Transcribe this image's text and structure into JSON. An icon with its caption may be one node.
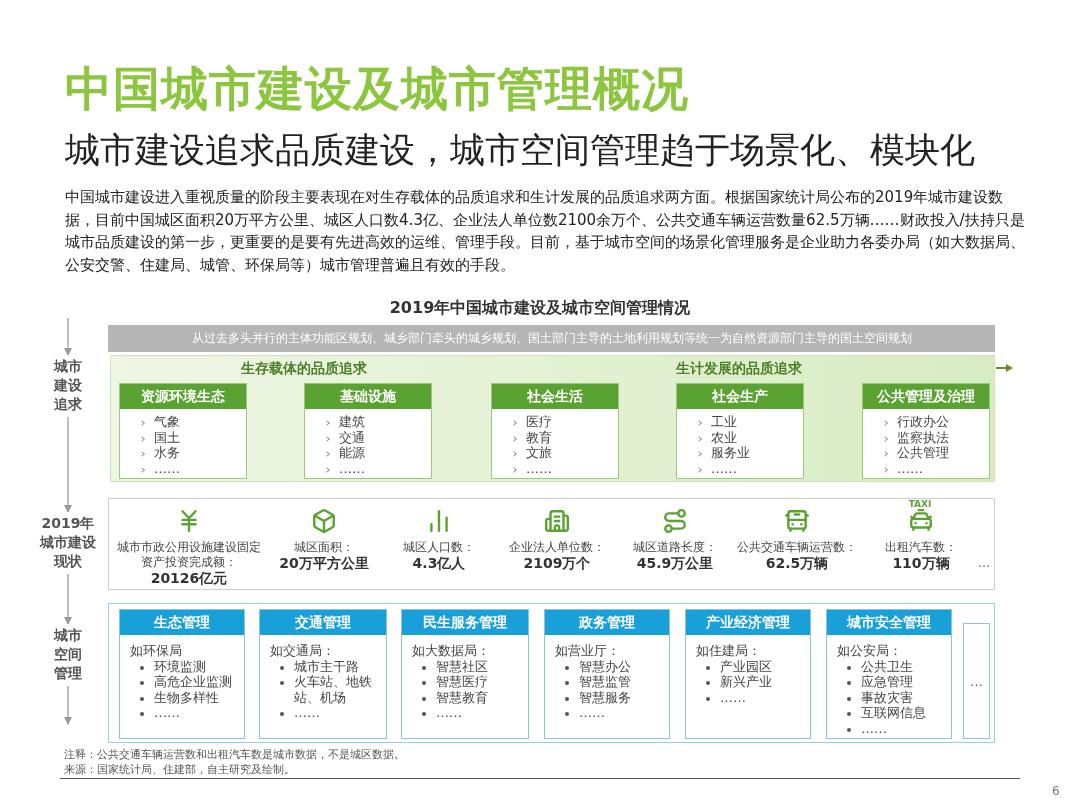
{
  "diagram": {
    "title": "中国城市建设及城市管理概况",
    "nodes": [
      {
        "text": [
          "城市建设追求"
        ]
      },
      {
        "text": [
          "2019年城市建设现状"
        ]
      },
      {
        "text": [
          "城市空间管理"
        ]
      },
      {
        "text": [
          "从过去多头并行的主体功能区规划、城乡部门牵头的城乡规划、国土部门主导的土地利用规划等统一为自然资源部门主导的国土空间规划"
        ]
      },
      {
        "text": [
          "生存载体的品质追求",
          "生计发展的品质追求"
        ]
      },
      {
        "text": [
          "资源环境生态",
          "气象",
          "国土",
          "水务",
          "……"
        ],
        "in": 4
      },
      {
        "text": [
          "基础设施",
          "建筑",
          "交通",
          "能源",
          "……"
        ],
        "in": 4
      },
      {
        "text": [
          "社会生活",
          "医疗",
          "教育",
          "文旅",
          "……"
        ],
        "in": 4
      },
      {
        "text": [
          "社会生产",
          "工业",
          "农业",
          "服务业",
          "……"
        ],
        "in": 4
      },
      {
        "text": [
          "公共管理及治理",
          "行政办公",
          "监察执法",
          "公共管理",
          "……"
        ],
        "in": 4
      },
      {
        "text": [],
        "shape": "box"
      },
      {
        "text": [
          "城市市政公用设施建设固定资产投资完成额：",
          "20126亿元"
        ],
        "in": 10
      },
      {
        "text": [
          "城区面积：",
          "20万平方公里"
        ],
        "in": 10
      },
      {
        "text": [
          "城区人口数：",
          "4.3亿人"
        ],
        "in": 10
      },
      {
        "text": [
          "企业法人单位数：",
          "2109万个"
        ],
        "in": 10
      },
      {
        "text": [
          "城区道路长度：",
          "45.9万公里"
        ],
        "in": 10
      },
      {
        "text": [
          "公共交通车辆运营数：",
          "62.5万辆"
        ],
        "in": 10
      },
      {
        "text": [
          "出租汽车数：",
          "110万辆"
        ],
        "in": 10
      },
      {
        "text": [],
        "shape": "box"
      },
      {
        "text": [
          "生态管理",
          "如环保局",
          "环境监测",
          "高危企业监测",
          "生物多样性",
          "……"
        ],
        "in": 18
      },
      {
        "text": [
          "交通管理",
          "如交通局：",
          "城市主干路",
          "火车站、地铁站、机场",
          "……"
        ],
        "in": 18
      },
      {
        "text": [
          "民生服务管理",
          "如大数据局：",
          "智慧社区",
          "智慧医疗",
          "智慧教育",
          "……"
        ],
        "in": 18
      },
      {
        "text": [
          "政务管理",
          "如营业厅：",
          "智慧办公",
          "智慧监管",
          "智慧服务",
          "……"
        ],
        "in": 18
      },
      {
        "text": [
          "产业经济管理",
          "如住建局：",
          "产业园区",
          "新兴产业",
          "……"
        ],
        "in": 18
      },
      {
        "text": [
          "城市安全管理",
          "如公安局：",
          "公共卫生",
          "应急管理",
          "事故灾害",
          "互联网信息",
          "……"
        ],
        "in": 18
      },
      {
        "text": [
          "…"
        ],
        "in": 18
      }
    ],
    "edges": [
      {
        "from": null,
        "to": 0,
        "arrow": "to"
      },
      {
        "from": 0,
        "to": 1,
        "arrow": "to"
      },
      {
        "from": 1,
        "to": 2,
        "arrow": "to"
      },
      {
        "from": 2,
        "to": null,
        "arrow": "to"
      }
    ],
    "labels": [
      "城市建设追求品质建设，城市空间管理趋于场景化、模块化",
      "中国城市建设进入重视质量的阶段主要表现在对生存载体的品质追求和生计发展的品质追求两方面。根据国家统计局公布的2019年城市建设数据，目前中国城区面积20万平方公里、城区人口数4.3亿、企业法人单位数2100余万个、公共交通车辆运营数量62.5万辆……财政投入/扶持只是城市品质建设的第一步，更重要的是要有先进高效的运维、管理手段。目前，基于城市空间的场景化管理服务是企业助力各委办局（如大数据局、公安交警、住建局、城管、环保局等）城市管理普遍且有效的手段。",
      "2019年中国城市建设及城市空间管理情况",
      "TAXI",
      "…",
      "注释：公共交通车辆运营数和出租汽车数是城市数据，不是城区数据。",
      "来源：国家统计局、住建部，自主研究及绘制。",
      "6"
    ]
  }
}
